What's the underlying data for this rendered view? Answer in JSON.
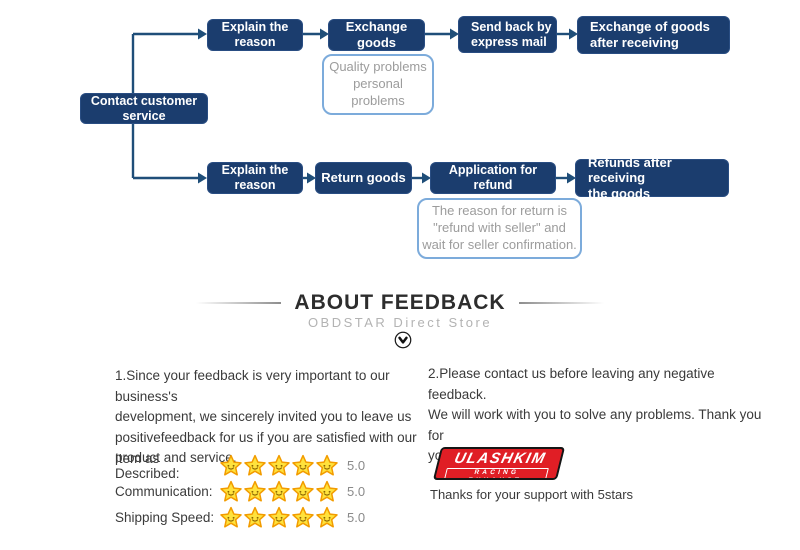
{
  "flowchart": {
    "contact": "Contact customer service",
    "row1": {
      "explain": "Explain the reason",
      "exchange": "Exchange goods",
      "send_back": "Send back by\nexpress mail",
      "exchange_after": "Exchange of goods\nafter receiving",
      "note": "Quality problems\npersonal problems"
    },
    "row2": {
      "explain": "Explain the reason",
      "return_goods": "Return goods",
      "application": "Application for refund",
      "refunds": "Refunds after receiving\nthe goods",
      "note": "The reason for return is\n\"refund with seller\" and\nwait for seller confirmation."
    }
  },
  "feedback": {
    "title": "ABOUT FEEDBACK",
    "subtitle": "OBDSTAR Direct Store",
    "note1": "1.Since your feedback is very important to our business's\ndevelopment, we sincerely invited you to leave us\npositivefeedback for us if you are satisfied with our\nproduct and service.",
    "note2": "2.Please contact us before leaving any negative feedback.\nWe will work with you to solve any problems. Thank you for\nyour understanding!",
    "ratings": [
      {
        "label": "Item as Described:",
        "stars": 5,
        "value": "5.0"
      },
      {
        "label": "Communication:",
        "stars": 5,
        "value": "5.0"
      },
      {
        "label": "Shipping Speed:",
        "stars": 5,
        "value": "5.0"
      }
    ],
    "logo": {
      "brand": "ULASHKIM",
      "tagline": "RACING EXHAUST"
    },
    "thanks": "Thanks for your support with 5stars"
  },
  "colors": {
    "box_navy": "#1b3d6e",
    "connector_navy": "#1f4e79",
    "note_border": "#7cabdb",
    "note_text": "#9c9c9c",
    "star_yellow": "#ffe23c",
    "star_outline": "#f29c00",
    "logo_red": "#e01e25"
  }
}
